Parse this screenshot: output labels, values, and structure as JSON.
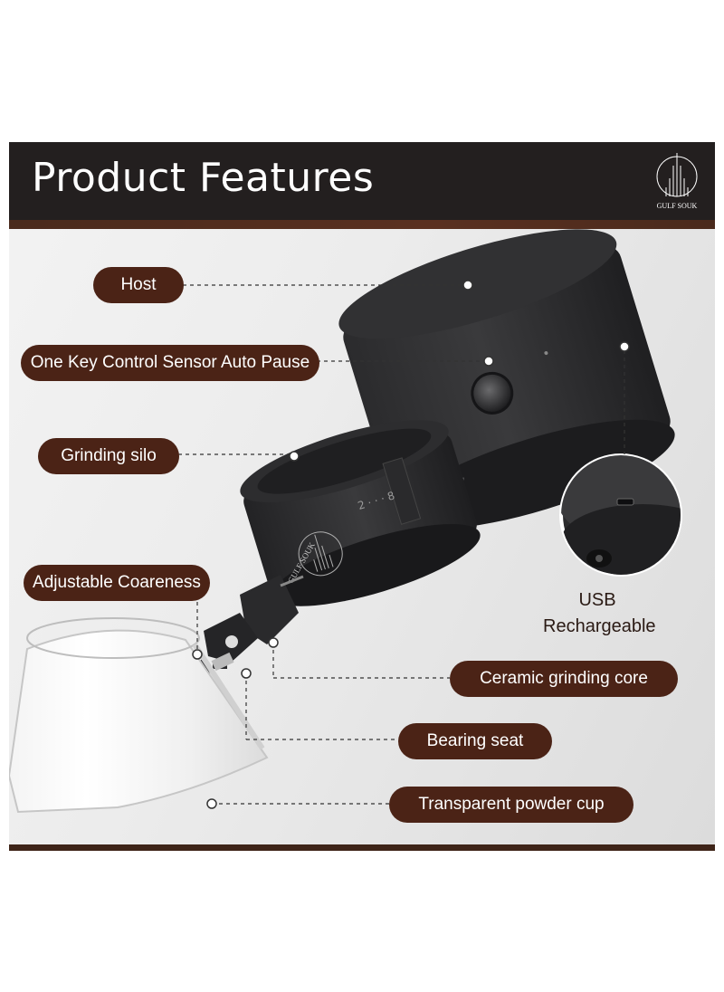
{
  "header": {
    "title": "Product Features",
    "brand": "GULF SOUK"
  },
  "labels": {
    "host": "Host",
    "one_key": "One Key Control Sensor Auto Pause",
    "grinding_silo": "Grinding silo",
    "adjustable": "Adjustable Coareness",
    "ceramic": "Ceramic grinding core",
    "bearing": "Bearing seat",
    "powder_cup": "Transparent powder cup",
    "usb_line1": "USB",
    "usb_line2": "Rechargeable"
  },
  "product_brand": "GULF SOUK",
  "colors": {
    "header": "#231f1f",
    "accent_brown": "#4b2316",
    "product": "#2a2a2c"
  }
}
